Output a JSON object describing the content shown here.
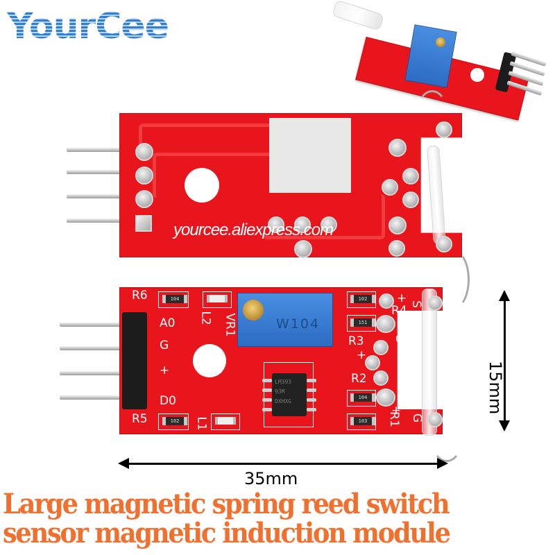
{
  "brand": {
    "logo_text": "YourCee",
    "color": "#2f7fd6"
  },
  "back_board": {
    "watermark": "yourcee.aliexpress.com"
  },
  "front_board": {
    "labels": {
      "r6": "R6",
      "r5": "R5",
      "r4": "R4",
      "r3": "R3",
      "r2": "R2",
      "r1": "R1",
      "ao": "A0",
      "g": "G",
      "plus": "+",
      "do": "D0",
      "l1": "L1",
      "l2": "L2",
      "vr1": "VR1",
      "s_top": "S",
      "s_mid": "S",
      "g_mid": "G",
      "g_bot": "G",
      "plus_r4": "+",
      "plus_r3": "+",
      "plus_r1": "+"
    },
    "resistor_codes": {
      "r6": "104",
      "r5": "102",
      "r4": "102",
      "r3": "151",
      "r2": "104",
      "r1": "103"
    },
    "potentiometer_marking": "W104",
    "chip_marking": [
      "LM393",
      "93M",
      "DXHXG"
    ]
  },
  "dimensions": {
    "width": "35mm",
    "height": "15mm"
  },
  "headline": {
    "line1": "Large magnetic spring reed switch",
    "line2": "sensor magnetic induction module",
    "color": "#f07030"
  },
  "colors": {
    "pcb_red": "#e8161c",
    "trim_pot_blue": "#2c6cc4",
    "background": "#ffffff"
  }
}
